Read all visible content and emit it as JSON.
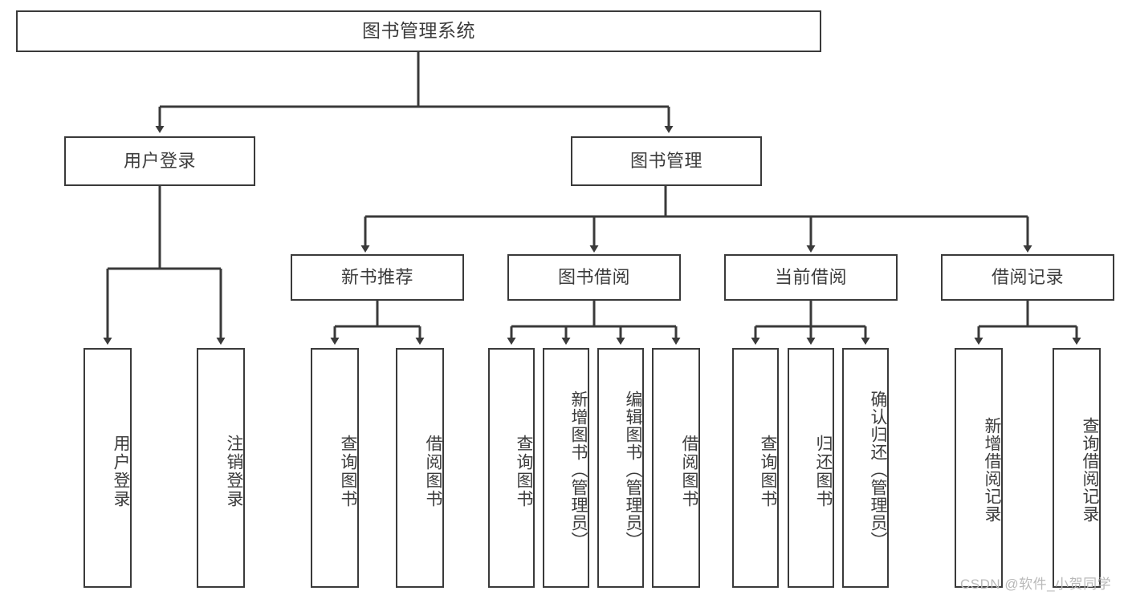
{
  "diagram": {
    "title": "图书管理系统",
    "root": {
      "id": "root",
      "label": "图书管理系统"
    },
    "level1": [
      {
        "id": "user-login",
        "label": "用户登录"
      },
      {
        "id": "book-manage",
        "label": "图书管理"
      }
    ],
    "level2": [
      {
        "id": "new-book-recommend",
        "label": "新书推荐",
        "parent": "book-manage"
      },
      {
        "id": "book-borrow",
        "label": "图书借阅",
        "parent": "book-manage"
      },
      {
        "id": "current-borrow",
        "label": "当前借阅",
        "parent": "book-manage"
      },
      {
        "id": "borrow-record",
        "label": "借阅记录",
        "parent": "book-manage"
      }
    ],
    "leaves": [
      {
        "id": "leaf-user-login",
        "label": "用户登录",
        "parent": "user-login"
      },
      {
        "id": "leaf-logout-login",
        "label": "注销登录",
        "parent": "user-login"
      },
      {
        "id": "leaf-query-book-1",
        "label": "查询图书",
        "parent": "new-book-recommend"
      },
      {
        "id": "leaf-borrow-book-1",
        "label": "借阅图书",
        "parent": "new-book-recommend"
      },
      {
        "id": "leaf-query-book-2",
        "label": "查询图书",
        "parent": "book-borrow"
      },
      {
        "id": "leaf-add-book",
        "label": "新增图书（管理员）",
        "parent": "book-borrow"
      },
      {
        "id": "leaf-edit-book",
        "label": "编辑图书（管理员）",
        "parent": "book-borrow"
      },
      {
        "id": "leaf-borrow-book-2",
        "label": "借阅图书",
        "parent": "book-borrow"
      },
      {
        "id": "leaf-query-book-3",
        "label": "查询图书",
        "parent": "current-borrow"
      },
      {
        "id": "leaf-return-book",
        "label": "归还图书",
        "parent": "current-borrow"
      },
      {
        "id": "leaf-confirm-return",
        "label": "确认归还（管理员）",
        "parent": "current-borrow"
      },
      {
        "id": "leaf-add-record",
        "label": "新增借阅记录",
        "parent": "borrow-record"
      },
      {
        "id": "leaf-query-record",
        "label": "查询借阅记录",
        "parent": "borrow-record"
      }
    ],
    "watermark": "CSDN @软件_小贺同学",
    "colors": {
      "border": "#3a3a3a",
      "text": "#3c3c3c",
      "background": "#ffffff",
      "watermark": "#b9b9b9"
    }
  }
}
